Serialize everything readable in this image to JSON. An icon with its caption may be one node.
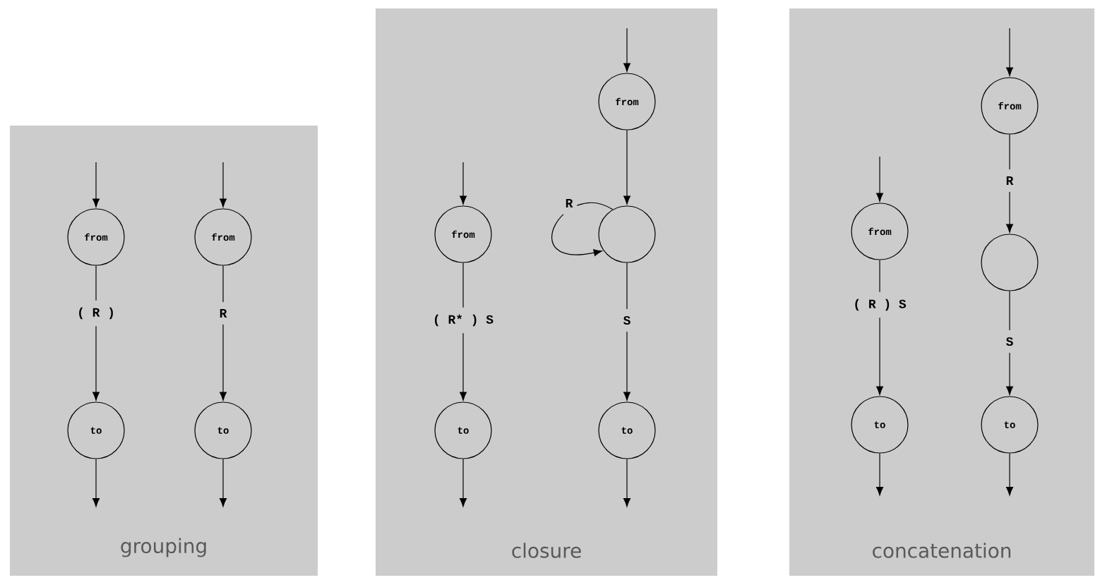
{
  "diagram": {
    "nodes": [
      {
        "text": [
          "grouping"
        ]
      },
      {
        "text": [
          "from"
        ],
        "in": 0
      },
      {
        "text": [
          "to"
        ],
        "in": 0
      },
      {
        "text": [
          "from"
        ],
        "in": 0
      },
      {
        "text": [
          "to"
        ],
        "in": 0
      },
      {
        "text": [
          "closure"
        ]
      },
      {
        "text": [
          "from"
        ],
        "in": 5
      },
      {
        "text": [
          "to"
        ],
        "in": 5
      },
      {
        "text": [
          "from"
        ],
        "in": 5
      },
      {
        "text": [],
        "shape": "circle",
        "in": 5
      },
      {
        "text": [
          "to"
        ],
        "in": 5
      },
      {
        "text": [
          "concatenation"
        ]
      },
      {
        "text": [
          "from"
        ],
        "in": 11
      },
      {
        "text": [
          "to"
        ],
        "in": 11
      },
      {
        "text": [
          "from"
        ],
        "in": 11
      },
      {
        "text": [],
        "shape": "circle",
        "in": 11
      },
      {
        "text": [
          "to"
        ],
        "in": 11
      }
    ],
    "edges": [
      {
        "from": null,
        "to": 1,
        "arrow": "to"
      },
      {
        "from": 1,
        "to": 2,
        "arrow": "to",
        "label": "( R )"
      },
      {
        "from": 2,
        "to": null,
        "arrow": "to"
      },
      {
        "from": null,
        "to": 3,
        "arrow": "to"
      },
      {
        "from": 3,
        "to": 4,
        "arrow": "to",
        "label": "R"
      },
      {
        "from": 4,
        "to": null,
        "arrow": "to"
      },
      {
        "from": null,
        "to": 6,
        "arrow": "to"
      },
      {
        "from": 6,
        "to": 7,
        "arrow": "to",
        "label": "( R* ) S"
      },
      {
        "from": 7,
        "to": null,
        "arrow": "to"
      },
      {
        "from": null,
        "to": 8,
        "arrow": "to"
      },
      {
        "from": 8,
        "to": 9,
        "arrow": "to"
      },
      {
        "from": 9,
        "to": 9,
        "arrow": "to",
        "label": "R"
      },
      {
        "from": 9,
        "to": 10,
        "arrow": "to",
        "label": "S"
      },
      {
        "from": 10,
        "to": null,
        "arrow": "to"
      },
      {
        "from": null,
        "to": 12,
        "arrow": "to"
      },
      {
        "from": 12,
        "to": 13,
        "arrow": "to",
        "label": "( R ) S"
      },
      {
        "from": 13,
        "to": null,
        "arrow": "to"
      },
      {
        "from": null,
        "to": 14,
        "arrow": "to"
      },
      {
        "from": 14,
        "to": 15,
        "arrow": "to",
        "label": "R"
      },
      {
        "from": 15,
        "to": 16,
        "arrow": "to",
        "label": "S"
      },
      {
        "from": 16,
        "to": null,
        "arrow": "to"
      }
    ]
  }
}
